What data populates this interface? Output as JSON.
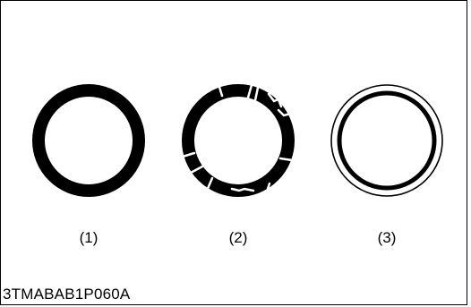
{
  "captions": [
    "(1)",
    "(2)",
    "(3)"
  ],
  "figure_code": "3TMABAB1P060A",
  "colors": {
    "ink": "#000000",
    "background": "#ffffff"
  },
  "rings": [
    {
      "label": "(1)",
      "style": "solid-thick"
    },
    {
      "label": "(2)",
      "style": "broken-segments"
    },
    {
      "label": "(3)",
      "style": "double-line"
    }
  ]
}
